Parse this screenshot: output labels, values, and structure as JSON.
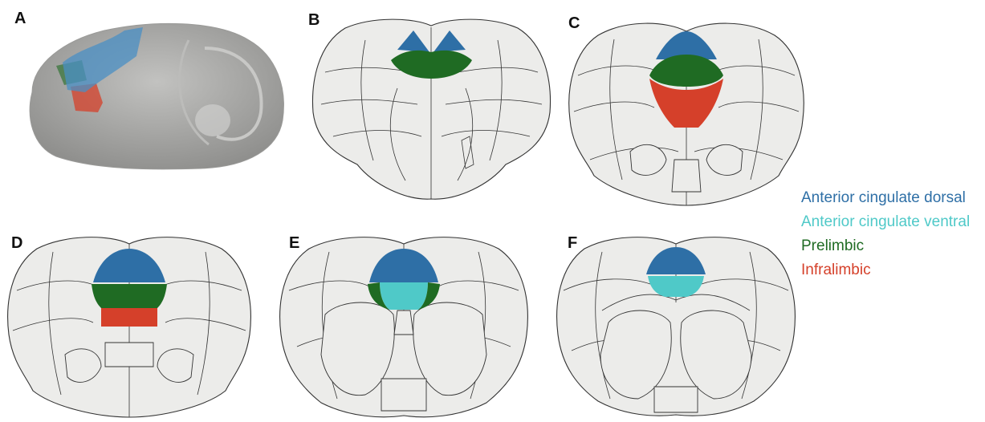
{
  "panels": [
    {
      "letter": "A"
    },
    {
      "letter": "B"
    },
    {
      "letter": "C"
    },
    {
      "letter": "D"
    },
    {
      "letter": "E"
    },
    {
      "letter": "F"
    }
  ],
  "legend": [
    {
      "label": "Anterior cingulate dorsal",
      "color": "#2e6fa6"
    },
    {
      "label": "Anterior cingulate ventral",
      "color": "#4fc9c8"
    },
    {
      "label": "Prelimbic",
      "color": "#1f6b23"
    },
    {
      "label": "Infralimbic",
      "color": "#d5402a"
    }
  ],
  "region_colors": {
    "acd": "#2e6fa6",
    "acv": "#4fc9c8",
    "prl": "#1f6b23",
    "il": "#d5402a",
    "brain_3d": "#a9a9a7"
  }
}
